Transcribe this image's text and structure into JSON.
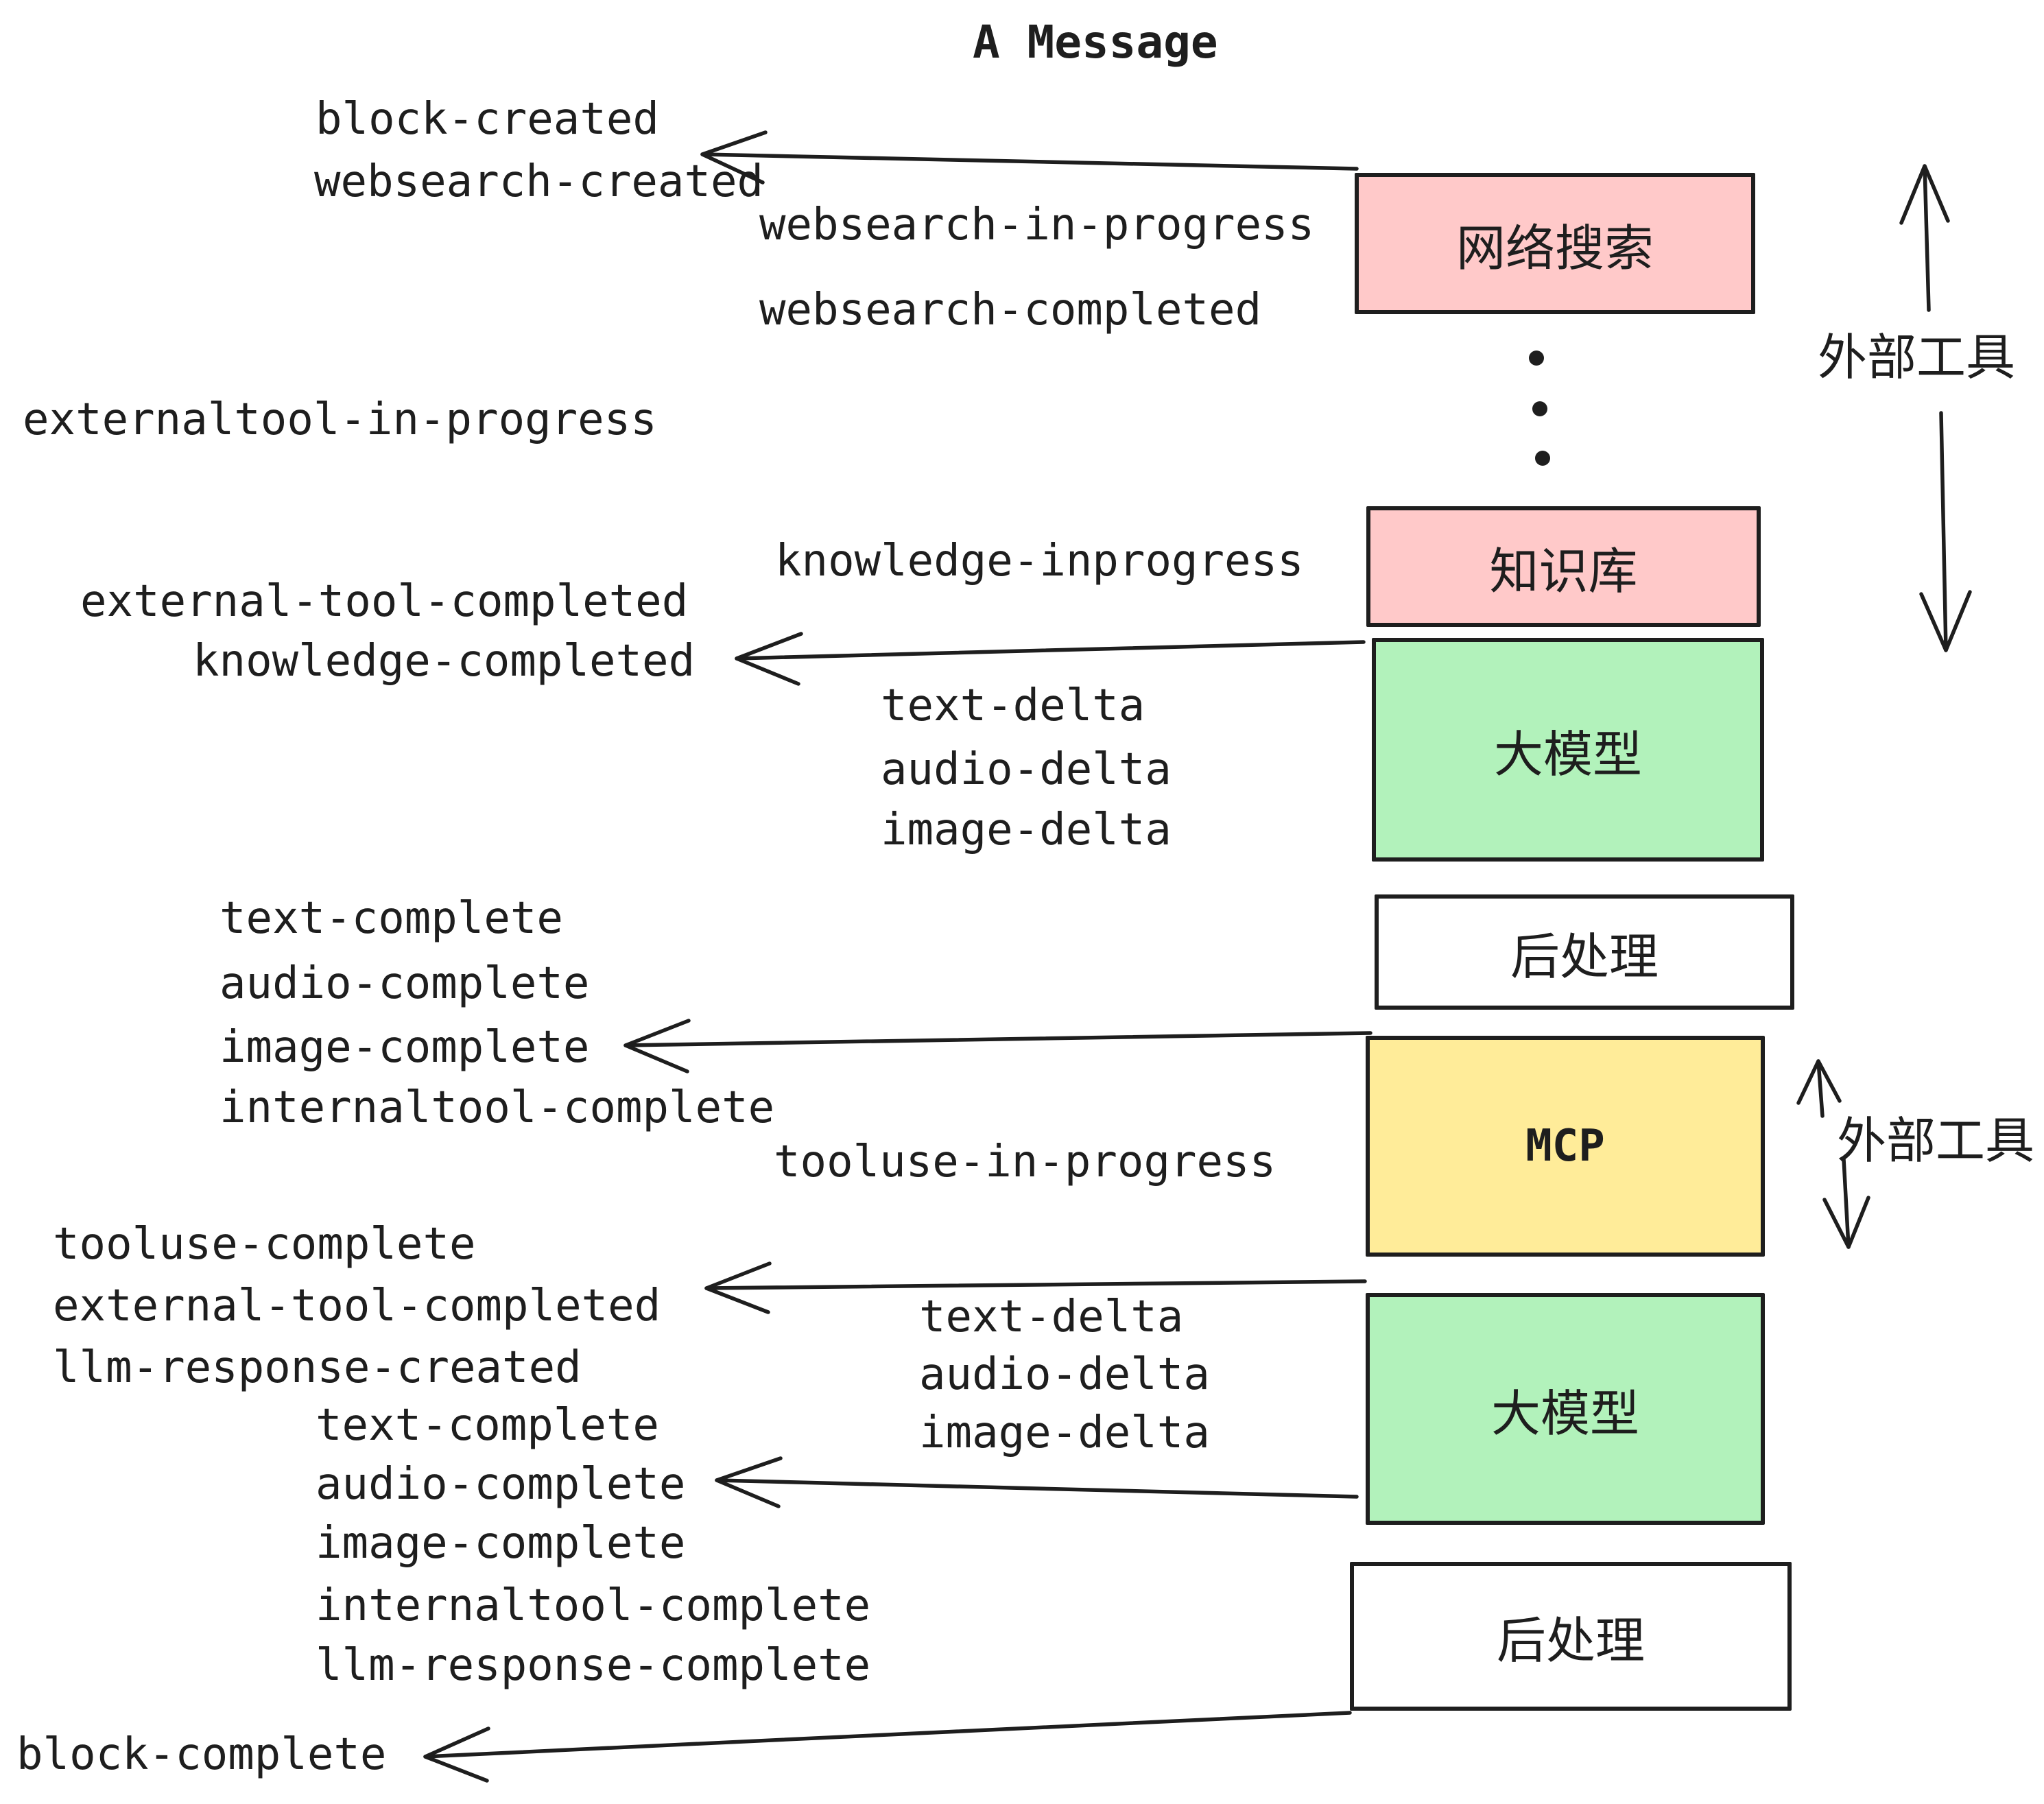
{
  "title": "A Message",
  "colors": {
    "box_pink": "#ffc9c9",
    "box_green": "#b2f2bb",
    "box_yellow": "#ffec99",
    "box_white": "#ffffff",
    "stroke": "#1e1e1e"
  },
  "boxes": {
    "websearch": "网络搜索",
    "knowledge": "知识库",
    "llm": "大模型",
    "post": "后处理",
    "mcp": "MCP"
  },
  "side": {
    "external_tools": "外部工具"
  },
  "events": {
    "block_created": "block-created",
    "websearch_created": "websearch-created",
    "websearch_in_progress": "websearch-in-progress",
    "websearch_completed": "websearch-completed",
    "externaltool_in_progress": "externaltool-in-progress",
    "knowledge_inprogress": "knowledge-inprogress",
    "external_tool_completed": "external-tool-completed",
    "knowledge_completed": "knowledge-completed",
    "text_delta": "text-delta",
    "audio_delta": "audio-delta",
    "image_delta": "image-delta",
    "text_complete": "text-complete",
    "audio_complete": "audio-complete",
    "image_complete": "image-complete",
    "internaltool_complete": "internaltool-complete",
    "tooluse_in_progress": "tooluse-in-progress",
    "tooluse_complete": "tooluse-complete",
    "llm_response_created": "llm-response-created",
    "llm_response_complete": "llm-response-complete",
    "block_complete": "block-complete"
  }
}
